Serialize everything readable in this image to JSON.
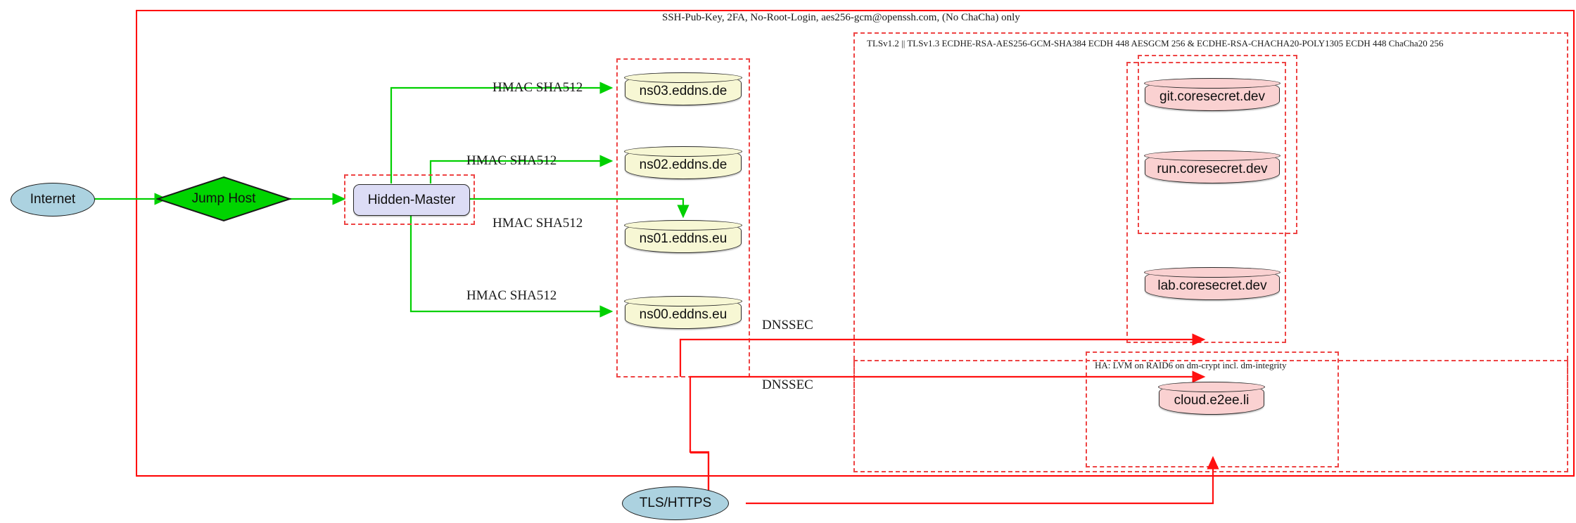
{
  "diagram": {
    "title_note": "SSH-Pub-Key, 2FA, No-Root-Login, aes256-gcm@openssh.com, (No ChaCha) only",
    "zones": {
      "ssh_zone_label": "SSH-Pub-Key, 2FA, No-Root-Login, aes256-gcm@openssh.com, (No ChaCha) only",
      "tls_zone_label": "TLSv1.2 || TLSv1.3 ECDHE-RSA-AES256-GCM-SHA384 ECDH 448 AESGCM 256 & ECDHE-RSA-CHACHA20-POLY1305 ECDH 448 ChaCha20 256",
      "ha_zone_label": "HA: LVM on RAID6 on dm-crypt incl. dm-integrity"
    },
    "nodes": {
      "internet": "Internet",
      "jump_host": "Jump Host",
      "hidden_master": "Hidden-Master",
      "tls_https": "TLS/HTTPS",
      "ns03": "ns03.eddns.de",
      "ns02": "ns02.eddns.de",
      "ns01": "ns01.eddns.eu",
      "ns00": "ns00.eddns.eu",
      "git": "git.coresecret.dev",
      "run": "run.coresecret.dev",
      "lab": "lab.coresecret.dev",
      "cloud": "cloud.e2ee.li"
    },
    "edge_labels": {
      "hmac_ns03": "HMAC SHA512",
      "hmac_ns02": "HMAC SHA512",
      "hmac_ns01": "HMAC SHA512",
      "hmac_ns00": "HMAC SHA512",
      "dnssec_upper": "DNSSEC",
      "dnssec_lower": "DNSSEC"
    },
    "colors": {
      "zone_border": "#ff0000",
      "zone_dashed": "#ee4444",
      "secure_edge": "#00d000",
      "dns_node_fill": "#f7f7d4",
      "service_node_fill": "#fad1d1",
      "master_node_fill": "#dcdcf5",
      "endpoint_fill": "#acd2e0",
      "jump_host_fill": "#00d400"
    }
  }
}
